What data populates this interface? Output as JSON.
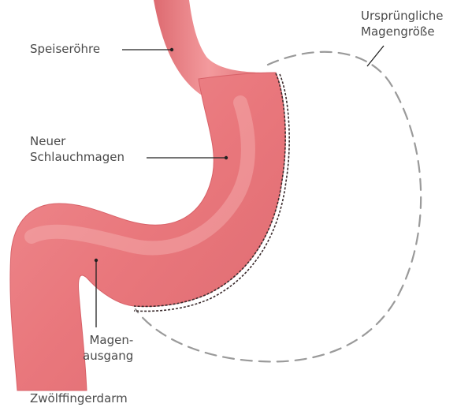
{
  "labels": {
    "esophagus": "Speiseröhre",
    "new_stomach_line1": "Neuer",
    "new_stomach_line2": "Schlauchmagen",
    "original_size_line1": "Ursprüngliche",
    "original_size_line2": "Magengröße",
    "pylorus_line1": "Magen-",
    "pylorus_line2": "ausgang",
    "duodenum": "Zwölffingerdarm"
  },
  "colors": {
    "organ_fill": "#e8757a",
    "organ_highlight": "#f4a3a5",
    "organ_edge": "#c85a60",
    "staple_line": "#3b2b2d",
    "outline_dashed": "#9a9a9a",
    "leader_line": "#222222",
    "text": "#4a4a4a"
  }
}
